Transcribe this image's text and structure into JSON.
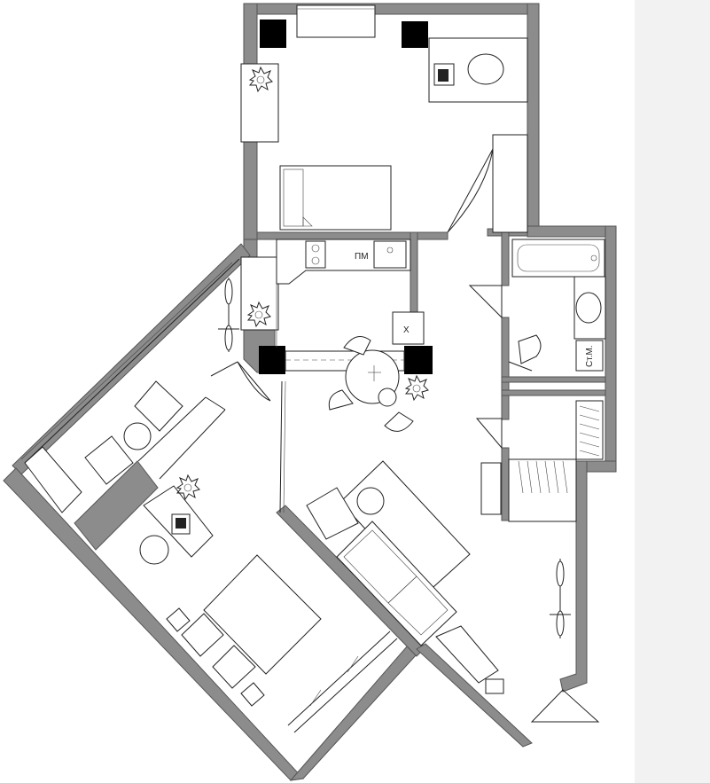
{
  "labels": {
    "fridge": "ПМ",
    "sink": "X",
    "washer": "Ст.М."
  },
  "colors": {
    "wall": "#8c8c8c",
    "column": "#000000",
    "background": "#ffffff",
    "side_panel": "#f2f2f2"
  }
}
